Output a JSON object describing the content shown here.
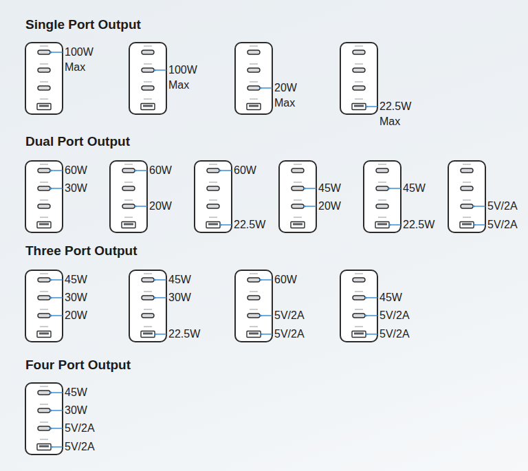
{
  "diagram": {
    "labels": [
      "Single Port Output",
      "100W Max",
      "100W Max",
      "20W Max",
      "22.5W Max",
      "Dual Port Output",
      "60W",
      "30W",
      "60W",
      "20W",
      "60W",
      "22.5W",
      "45W",
      "20W",
      "45W",
      "22.5W",
      "5V/2A",
      "5V/2A",
      "Three Port Output",
      "45W",
      "30W",
      "20W",
      "45W",
      "30W",
      "22.5W",
      "60W",
      "5V/2A",
      "5V/2A",
      "45W",
      "5V/2A",
      "5V/2A",
      "Four Port Output",
      "45W",
      "30W",
      "5V/2A",
      "5V/2A"
    ]
  }
}
